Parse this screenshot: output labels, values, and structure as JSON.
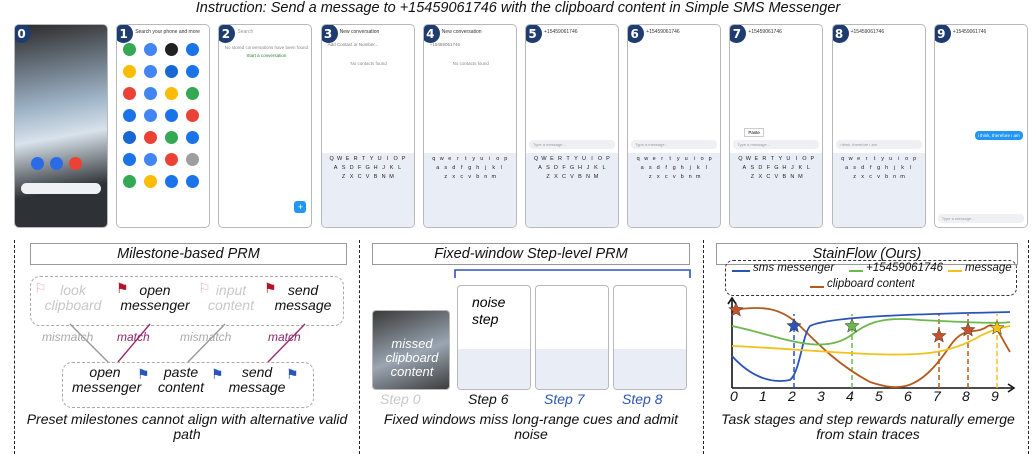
{
  "title": "Instruction: Send a message to +15459061746 with the clipboard content in Simple SMS Messenger",
  "screens": [
    {
      "badge": "0",
      "kind": "home"
    },
    {
      "badge": "1",
      "kind": "drawer",
      "search": "Search your phone and more"
    },
    {
      "badge": "2",
      "kind": "messenger",
      "search": "Search",
      "mid1": "No stored conversations have been found",
      "mid2": "Start a conversation"
    },
    {
      "badge": "3",
      "kind": "new",
      "head": "New conversation",
      "sub": "Add Contact or Number...",
      "mid1": "No contacts found"
    },
    {
      "badge": "4",
      "kind": "new",
      "head": "New conversation",
      "sub": "+15459061746",
      "mid1": "No contacts found"
    },
    {
      "badge": "5",
      "kind": "thread",
      "head": "+15459061746",
      "input": "Type a message..."
    },
    {
      "badge": "6",
      "kind": "thread",
      "head": "+15459061746",
      "input": "Type a message..."
    },
    {
      "badge": "7",
      "kind": "thread",
      "head": "+15459061746",
      "input": "Type a message...",
      "popup": "Paste"
    },
    {
      "badge": "8",
      "kind": "thread",
      "head": "+15459061746",
      "input": "i think, therefore i am"
    },
    {
      "badge": "9",
      "kind": "sent",
      "head": "+15459061746",
      "input": "Type a message...",
      "bubble": "i think, therefore i am"
    }
  ],
  "keyboard_rows": [
    "QWERTYUIOP",
    "ASDFGHJKL",
    "ZXCVBNM"
  ],
  "sections": {
    "milestone": {
      "title": "Milestone-based PRM",
      "top_items": [
        "look clipboard",
        "open messenger",
        "input content",
        "send message"
      ],
      "labels": [
        "mismatch",
        "match",
        "mismatch",
        "match"
      ],
      "bottom_items": [
        "open messenger",
        "paste content",
        "send message"
      ],
      "caption": "Preset milestones cannot align with alternative valid path"
    },
    "fixed": {
      "title": "Fixed-window Step-level PRM",
      "missed": "missed clipboard content",
      "noise": "noise step",
      "steps": [
        "Step 0",
        "Step 6",
        "Step 7",
        "Step 8"
      ],
      "caption": "Fixed windows miss long-range cues and admit noise"
    },
    "stain": {
      "title": "StainFlow (Ours)",
      "legend": [
        "sms messenger",
        "+15459061746",
        "message",
        "clipboard content"
      ],
      "colors": {
        "sms": "#2a55b8",
        "number": "#6cb84a",
        "message": "#f2c21a",
        "clipboard": "#b55a1e",
        "stain": "#c8512a"
      },
      "x_ticks": [
        "0",
        "1",
        "2",
        "3",
        "4",
        "5",
        "6",
        "7",
        "8",
        "9"
      ],
      "caption": "Task stages and step rewards naturally emerge from stain traces"
    }
  }
}
